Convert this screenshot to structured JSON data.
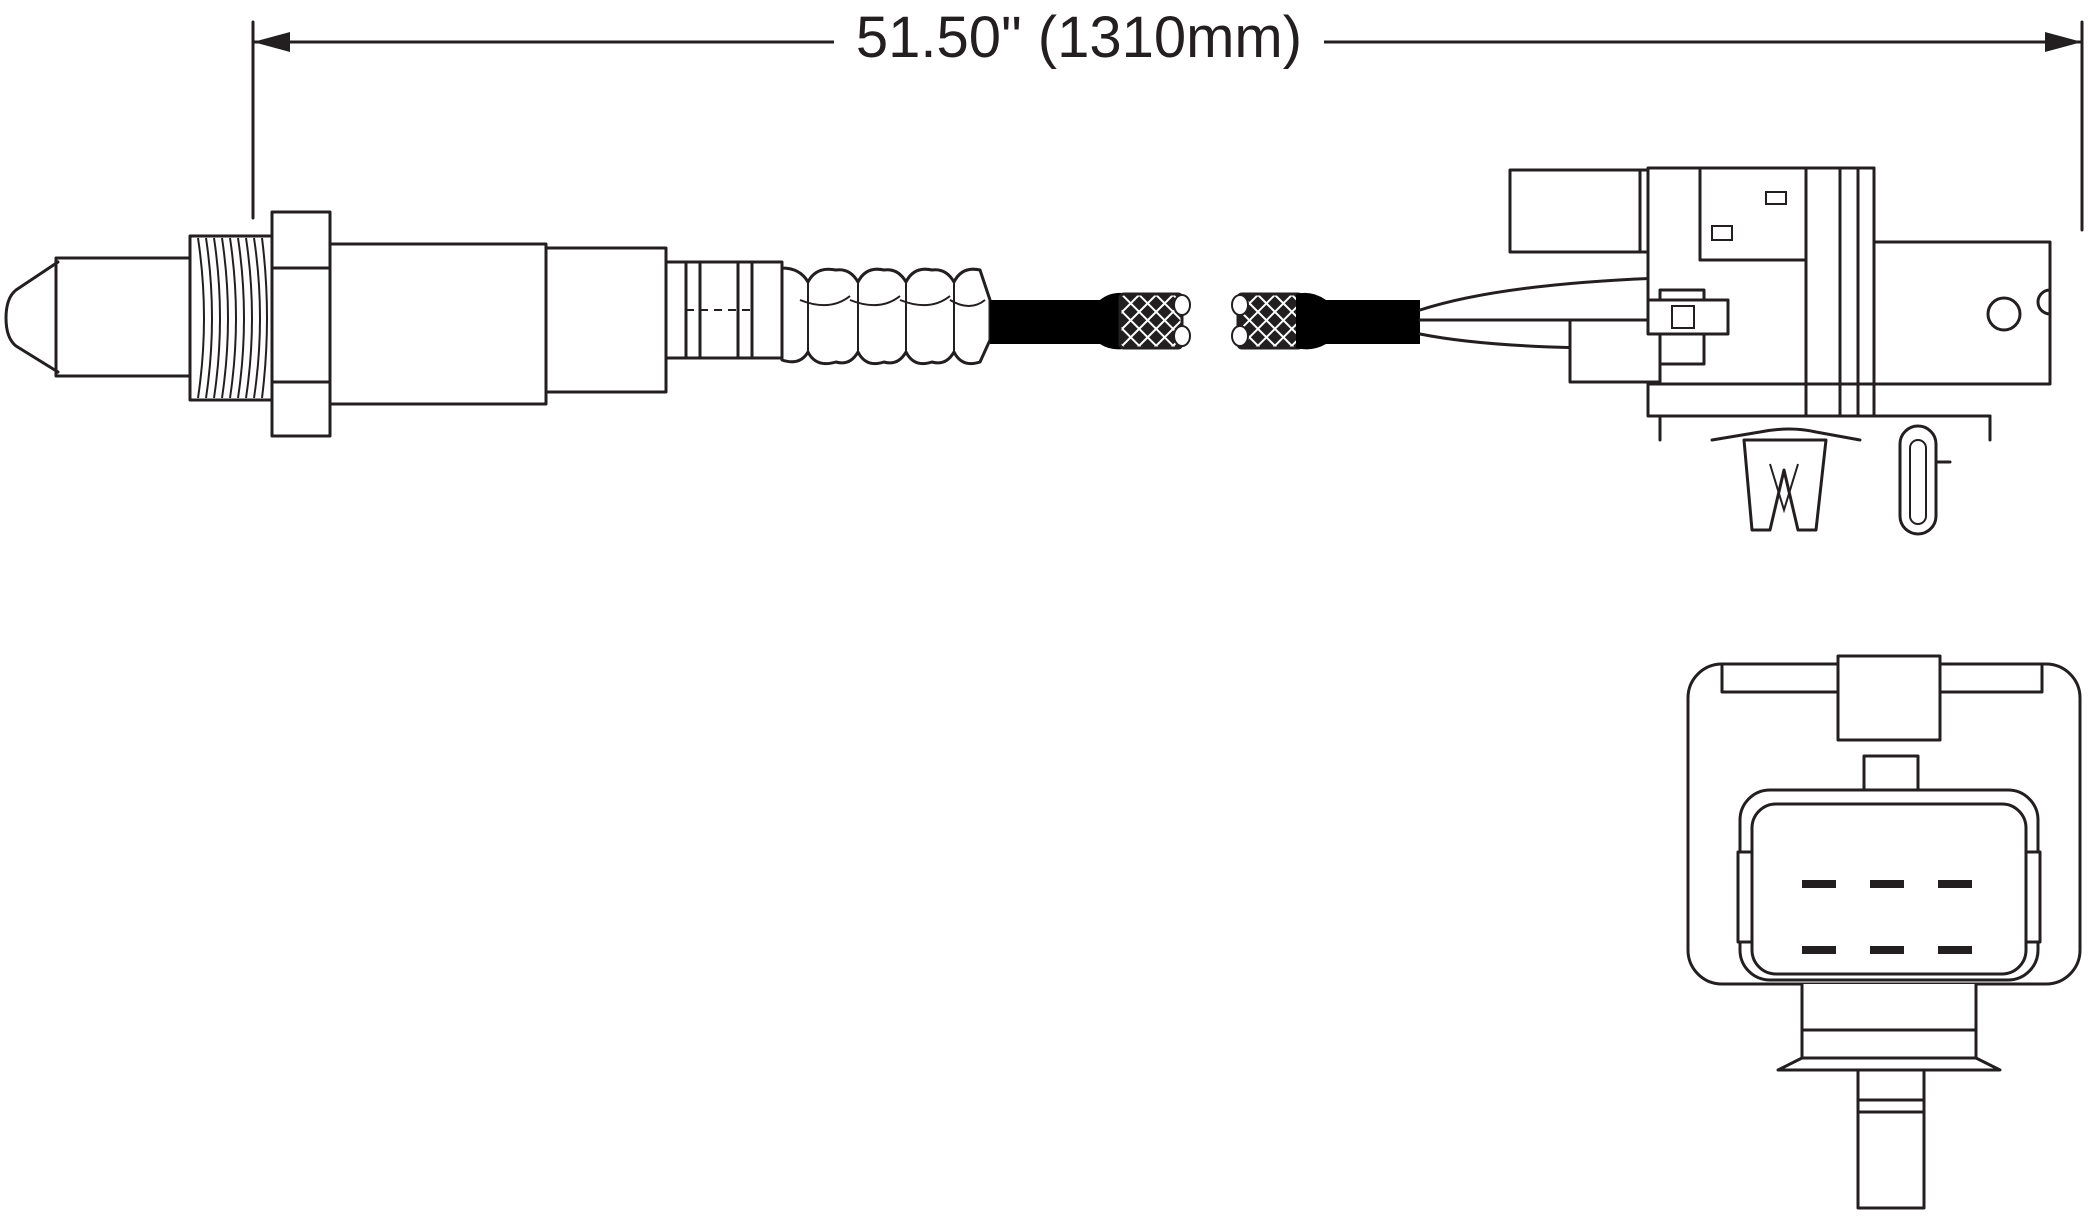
{
  "dimension": {
    "length_label": "51.50\" (1310mm)"
  },
  "colors": {
    "line": "#231f20",
    "cable": "#000000",
    "background": "#ffffff"
  },
  "connector_face": {
    "pin_rows": 2,
    "pins_per_row": 3
  }
}
